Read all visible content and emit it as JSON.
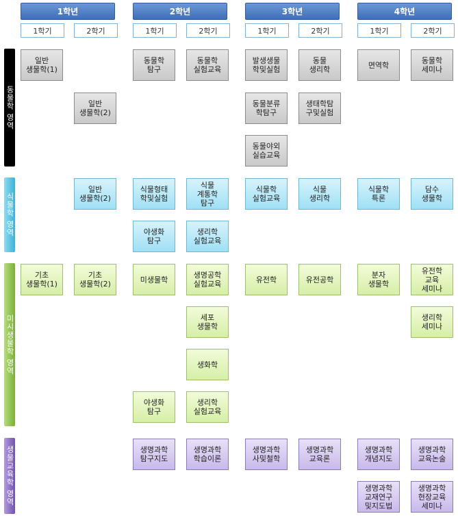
{
  "years": [
    {
      "label": "1학년",
      "semesters": [
        "1학기",
        "2학기"
      ]
    },
    {
      "label": "2학년",
      "semesters": [
        "1학기",
        "2학기"
      ]
    },
    {
      "label": "3학년",
      "semesters": [
        "1학기",
        "2학기"
      ]
    },
    {
      "label": "4학년",
      "semesters": [
        "1학기",
        "2학기"
      ]
    }
  ],
  "areas": [
    {
      "label": "동물학 영역",
      "color": "#000000",
      "text_color": "#ffffff"
    },
    {
      "label": "식물학 영역",
      "color": "#5ec8e6",
      "text_color": "#ffffff"
    },
    {
      "label": "미시생물학 영역",
      "color": "#8cbd4b",
      "text_color": "#ffffff"
    },
    {
      "label": "생물교육학 영역",
      "color": "#8a6bbf",
      "text_color": "#ffffff"
    }
  ],
  "courses": {
    "animal": [
      "일반\n생물학(1)",
      "동물학\n탐구",
      "동물학\n실험교육",
      "발생생물\n학및실험",
      "동물\n생리학",
      "면역학",
      "동물학\n세미나",
      "일반\n생물학(2)",
      "동물분류\n학탐구",
      "생태학탐\n구및실험",
      "동물야외\n실습교육"
    ],
    "plant": [
      "일반\n생물학(2)",
      "식물형태\n학및실험",
      "식물\n계통학\n탐구",
      "식물학\n실험교육",
      "식물\n생리학",
      "식물학\n특론",
      "담수\n생물학",
      "야생화\n탐구",
      "생리학\n실험교육"
    ],
    "micro": [
      "기초\n생물학(1)",
      "기초\n생물학(2)",
      "미생물학",
      "생명공학\n실험교육",
      "유전학",
      "유전공학",
      "분자\n생물학",
      "유전학\n교육\n세미나",
      "세포\n생물학",
      "생리학\n세미나",
      "생화학",
      "야생화\n탐구",
      "생리학\n실험교육"
    ],
    "edu": [
      "생명과학\n탐구지도",
      "생명과학\n학습이론",
      "생명과학\n사및철학",
      "생명과학\n교육론",
      "생명과학\n개념지도",
      "생명과학\n교육논술",
      "생명과학\n교재연구\n및지도법",
      "생명과학\n현장교육\n세미나"
    ]
  }
}
